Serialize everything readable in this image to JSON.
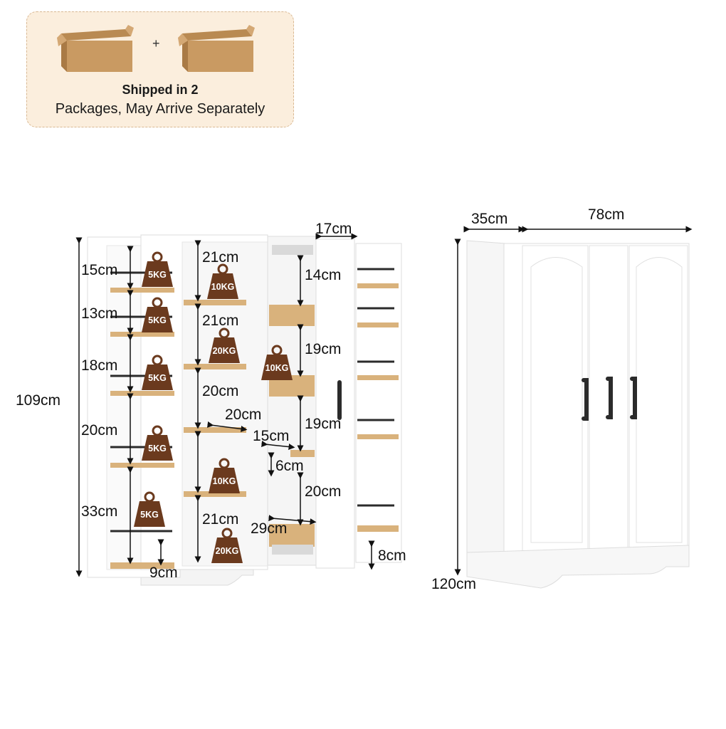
{
  "shipping": {
    "plus": "+",
    "title": "Shipped in 2",
    "subtitle": "Packages, May Arrive Separately"
  },
  "colors": {
    "box_tan": "#c99a62",
    "box_dark": "#a97a45",
    "card_bg": "#fbeedd",
    "weight_brown": "#6b3a1e",
    "shelf_wood": "#d9b27c",
    "cabinet_white": "#ffffff",
    "handle": "#2b2b2b"
  },
  "open_cabinet": {
    "height_total": "109cm",
    "pullout_width": "17cm",
    "base_height": "8cm",
    "left_door_gaps": [
      "15cm",
      "13cm",
      "18cm",
      "20cm",
      "33cm",
      "9cm"
    ],
    "center_gaps": [
      "21cm",
      "21cm",
      "20cm",
      "21cm"
    ],
    "center_shelf_depth": "20cm",
    "pullout_gaps": [
      "14cm",
      "19cm",
      "19cm",
      "6cm",
      "20cm"
    ],
    "pullout_basket_depth": "15cm",
    "pullout_bottom_depth": "29cm",
    "door_weights": [
      "5KG",
      "5KG",
      "5KG",
      "5KG",
      "5KG"
    ],
    "center_weights": [
      "10KG",
      "20KG",
      "10KG",
      "20KG"
    ],
    "pullout_weight": "10KG"
  },
  "closed_cabinet": {
    "depth": "35cm",
    "width": "78cm",
    "height": "120cm"
  }
}
